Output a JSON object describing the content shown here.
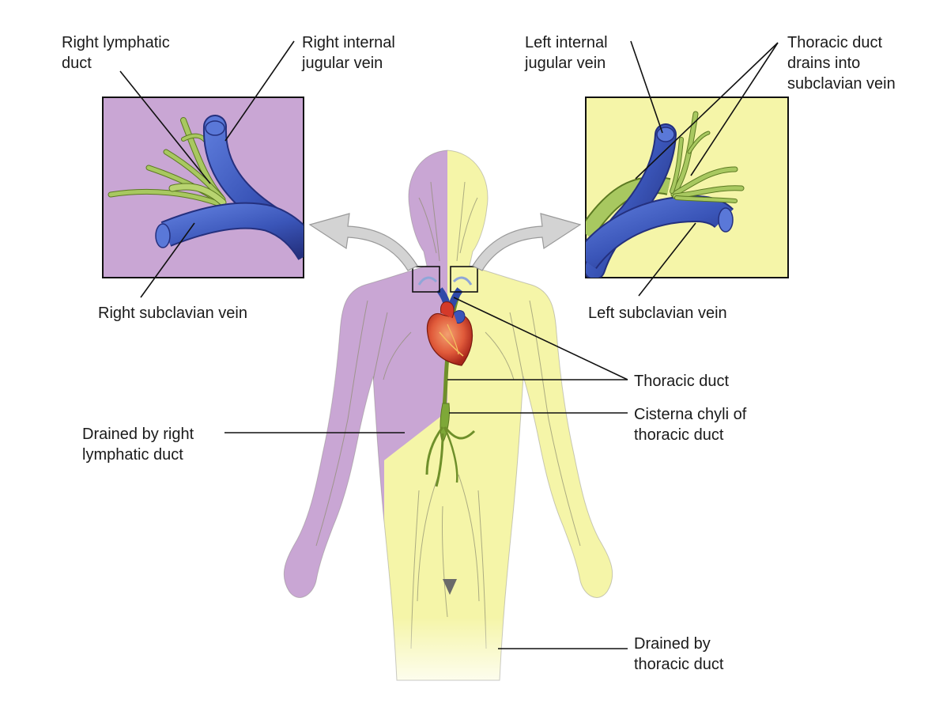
{
  "labels": {
    "right_lymphatic_duct": [
      "Right lymphatic",
      "duct"
    ],
    "right_internal_jugular_vein": [
      "Right internal",
      "jugular vein"
    ],
    "left_internal_jugular_vein": [
      "Left internal",
      "jugular vein"
    ],
    "thoracic_duct_drains": [
      "Thoracic duct",
      "drains into",
      "subclavian vein"
    ],
    "right_subclavian_vein": [
      "Right subclavian vein"
    ],
    "left_subclavian_vein": [
      "Left subclavian vein"
    ],
    "thoracic_duct": [
      "Thoracic duct"
    ],
    "cisterna_chyli": [
      "Cisterna chyli of",
      "thoracic duct"
    ],
    "drained_by_right": [
      "Drained by right",
      "lymphatic duct"
    ],
    "drained_by_thoracic": [
      "Drained by",
      "thoracic duct"
    ]
  },
  "colors": {
    "right_region": "#c9a6d4",
    "left_region": "#f5f5a8",
    "vein_blue": "#3a55b8",
    "vein_dark": "#24307e",
    "lymph_green": "#a8c860",
    "heart_red": "#d43a2a",
    "arrow_gray": "#cfcfcf"
  }
}
